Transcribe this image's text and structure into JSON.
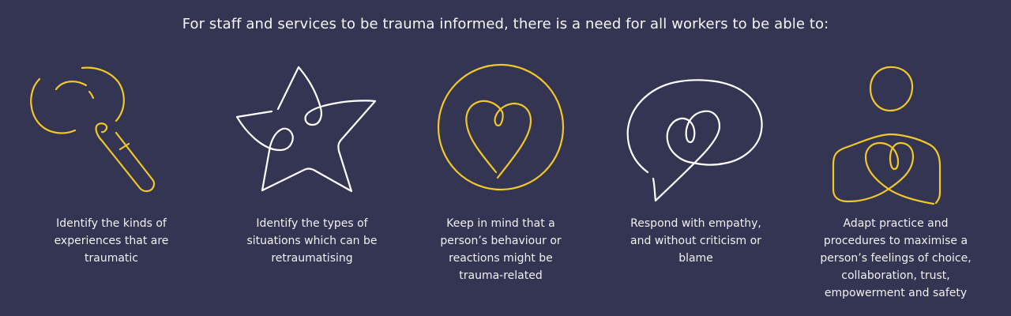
{
  "headline": "For staff and services to be trauma informed, there is a need for all workers to be able to:",
  "colors": {
    "background": "#333552",
    "accent_yellow": "#f2c72a",
    "line_white": "#ffffff",
    "text": "#f4f4f6"
  },
  "items": [
    {
      "icon": "magnifying-glass-icon",
      "icon_color": "yellow",
      "lines": [
        "Identify the kinds of",
        "experiences that are",
        "traumatic"
      ]
    },
    {
      "icon": "star-icon",
      "icon_color": "white",
      "lines": [
        "Identify the types of",
        "situations which can be",
        "retraumatising"
      ]
    },
    {
      "icon": "heart-in-circle-icon",
      "icon_color": "yellow",
      "lines": [
        "Keep in mind that a",
        "person’s behaviour or",
        "reactions might be",
        "trauma-related"
      ]
    },
    {
      "icon": "speech-bubble-heart-icon",
      "icon_color": "white",
      "lines": [
        "Respond with empathy,",
        "and without criticism or",
        "blame"
      ]
    },
    {
      "icon": "person-heart-icon",
      "icon_color": "yellow",
      "lines": [
        "Adapt practice and",
        "procedures to maximise a",
        "person’s feelings of choice,",
        "collaboration, trust,",
        "empowerment and safety"
      ]
    }
  ]
}
